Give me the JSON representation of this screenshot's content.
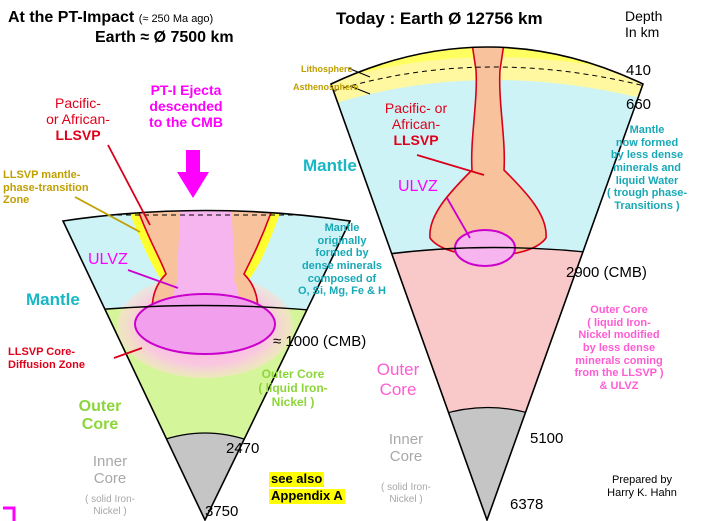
{
  "left_panel": {
    "title_line1": "At the PT-Impact",
    "title_age": "(≈ 250 Ma ago)",
    "title_line2": "Earth ≈ Ø 7500 km",
    "llsvp_label": [
      "Pacific-",
      "or African-",
      "LLSVP"
    ],
    "ejecta_label": [
      "PT-I Ejecta",
      "descended",
      "to the CMB"
    ],
    "transition_zone": [
      "LLSVP mantle-",
      "phase-transition",
      "Zone"
    ],
    "ulvz": "ULVZ",
    "mantle": "Mantle",
    "mantle_note": [
      "Mantle",
      "originally",
      "formed by",
      "dense minerals",
      "composed of",
      "O, Si, Mg, Fe & H"
    ],
    "cmb_depth": "≈ 1000 (CMB)",
    "diffusion_zone": [
      "LLSVP Core-",
      "Diffusion Zone"
    ],
    "outer_core": [
      "Outer",
      "Core"
    ],
    "outer_core_note": [
      "Outer Core",
      "( liquid Iron-",
      "Nickel )"
    ],
    "inner_core": [
      "Inner",
      "Core"
    ],
    "inner_core_note": [
      "( solid Iron-",
      "Nickel )"
    ],
    "depth_inner": "2470",
    "depth_center": "3750",
    "appendix_note": [
      "see also",
      "Appendix A"
    ]
  },
  "right_panel": {
    "title": "Today :  Earth Ø 12756 km",
    "depth_header": [
      "Depth",
      "In km"
    ],
    "lithosphere": "Lithosphere",
    "asthenosphere": "Asthenosphere",
    "depth_410": "410",
    "depth_660": "660",
    "llsvp_label": [
      "Pacific- or",
      "African-",
      "LLSVP"
    ],
    "ulvz": "ULVZ",
    "mantle_note": [
      "Mantle",
      "now formed",
      "by less dense",
      "minerals  and",
      "liquid Water",
      "( trough phase-",
      "Transitions  )"
    ],
    "cmb_depth": "2900 (CMB)",
    "outer_core": [
      "Outer",
      "Core"
    ],
    "outer_core_note": [
      "Outer Core",
      "( liquid Iron-",
      "Nickel modified",
      "by less dense",
      "minerals coming",
      "from the LLSVP )",
      "& ULVZ"
    ],
    "depth_inner": "5100",
    "inner_core": [
      "Inner",
      "Core"
    ],
    "inner_core_note": [
      "( solid Iron-",
      "Nickel )"
    ],
    "depth_center": "6378",
    "credit": [
      "Prepared by",
      "Harry K. Hahn"
    ]
  },
  "colors": {
    "mantle": "#cdf3f7",
    "outer_core_left": "#d5f59b",
    "outer_core_right": "#f9c8c8",
    "inner_core": "#c5c5c5",
    "llsvp": "#f8c29c",
    "ulvz_fill": "#f6b5ef",
    "lithosphere": "#ffff60",
    "asthenosphere": "#fff8a0",
    "highlight": "#ffff00"
  }
}
